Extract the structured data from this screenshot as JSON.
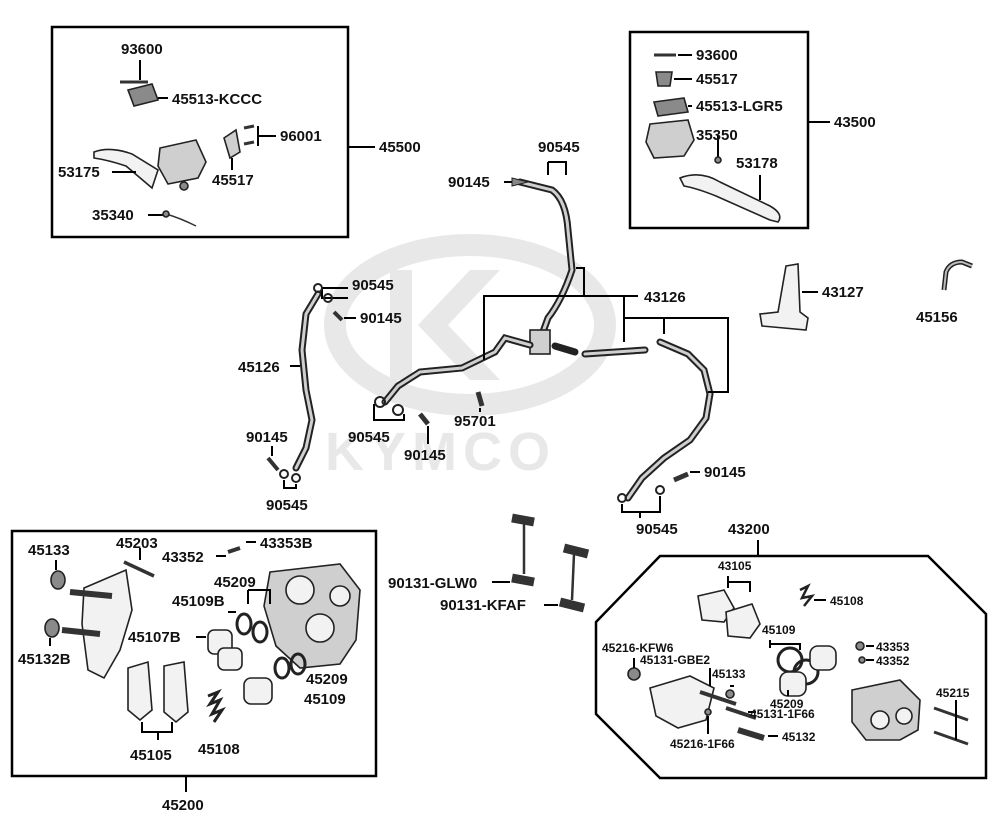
{
  "watermark": {
    "brand": "KYMCO",
    "color": "#e6e6e6"
  },
  "assemblies": {
    "a45500": "45500",
    "a43500": "43500",
    "a45200": "45200",
    "a43200": "43200"
  },
  "labels": {
    "l45500_93600": "93600",
    "l45500_45513": "45513-KCCC",
    "l45500_96001": "96001",
    "l45500_53175": "53175",
    "l45500_45517": "45517",
    "l45500_35340": "35340",
    "l43500_93600": "93600",
    "l43500_45517": "45517",
    "l43500_45513": "45513-LGR5",
    "l43500_35350": "35350",
    "l43500_53178": "53178",
    "h90545_top": "90545",
    "h90145_top": "90145",
    "h43126": "43126",
    "h43127": "43127",
    "h45156": "45156",
    "h90545_left": "90545",
    "h90145_left": "90145",
    "h45126": "45126",
    "h90545_mid": "90545",
    "h95701": "95701",
    "h90145_mid": "90145",
    "h90145_ll": "90145",
    "h90545_ll": "90545",
    "h90145_right": "90145",
    "h90545_right": "90545",
    "b90131_glw": "90131-GLW0",
    "b90131_kfaf": "90131-KFAF",
    "l45200_45133": "45133",
    "l45200_45203": "45203",
    "l45200_43352": "43352",
    "l45200_43353B": "43353B",
    "l45200_45209a": "45209",
    "l45200_45109B": "45109B",
    "l45200_45107B": "45107B",
    "l45200_45132B": "45132B",
    "l45200_45209b": "45209",
    "l45200_45109": "45109",
    "l45200_45105": "45105",
    "l45200_45108": "45108",
    "l43200_43105": "43105",
    "l43200_45108": "45108",
    "l43200_45216kfw6": "45216-KFW6",
    "l43200_45109": "45109",
    "l43200_43353": "43353",
    "l43200_43352": "43352",
    "l43200_45131gbe2": "45131-GBE2",
    "l43200_45133": "45133",
    "l43200_45209": "45209",
    "l43200_45215": "45215",
    "l43200_451311f66": "45131-1F66",
    "l43200_452161f66": "45216-1F66",
    "l43200_45132": "45132"
  }
}
